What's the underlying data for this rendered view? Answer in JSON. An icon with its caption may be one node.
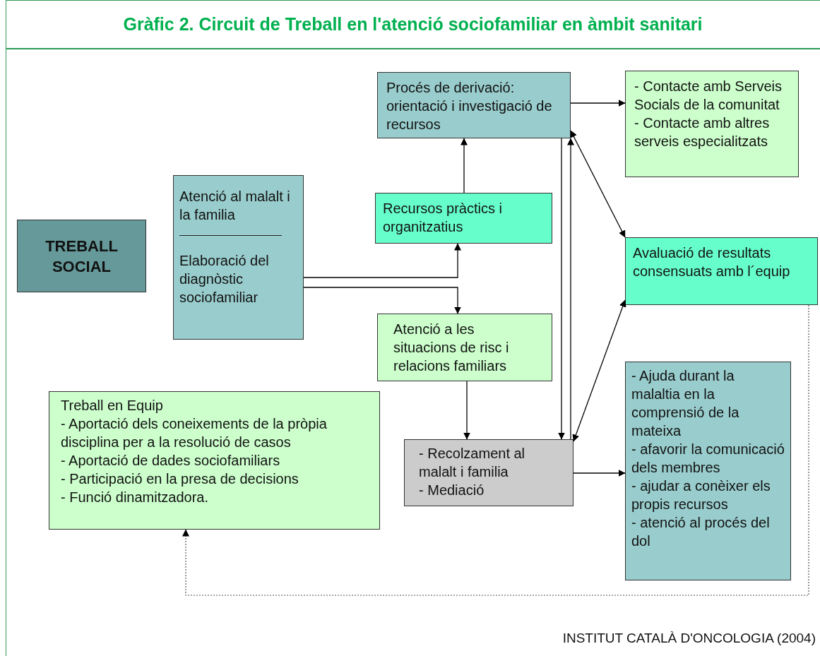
{
  "diagram": {
    "title": "Gràfic 2. Circuit de Treball en l'atenció sociofamiliar en àmbit sanitari",
    "caption": "INSTITUT CATALÀ D'ONCOLOGIA (2004)",
    "nodes": [
      {
        "text": [
          "Procés de derivació: orientació i investigació de recursos"
        ]
      },
      {
        "text": [
          "- Contacte amb Serveis  Socials de la comunitat",
          "- Contacte amb altres serveis especialitzats"
        ]
      },
      {
        "text": [
          "TREBALL SOCIAL"
        ]
      },
      {
        "text": [
          "Atenció al malalt i la familia",
          "Elaboració del diagnòstic sociofamiliar"
        ]
      },
      {
        "text": [
          "Recursos pràctics i organitzatius"
        ]
      },
      {
        "text": [
          "Avaluació de resultats consensuats amb l´equip"
        ]
      },
      {
        "text": [
          "Atenció a les situacions de risc i relacions familiars"
        ]
      },
      {
        "text": [
          "- Ajuda durant la malaltia en la comprensió de la mateixa",
          "- afavorir la comunicació dels membres",
          "- ajudar a conèixer els propis recursos",
          "- atenció al procés del dol"
        ]
      },
      {
        "text": [
          "Treball en Equip",
          "- Aportació dels coneixements de la pròpia disciplina per a la resolució de casos",
          "- Aportació de dades sociofamiliars",
          "- Participació en la presa de decisions",
          "- Funció dinamitzadora."
        ]
      },
      {
        "text": [
          "- Recolzament al malalt i familia",
          "- Mediació"
        ]
      }
    ],
    "edges": [
      {
        "from": 0,
        "to": 1,
        "arrow": "to"
      },
      {
        "from": 4,
        "to": 0,
        "arrow": "to"
      },
      {
        "from": 3,
        "to": 4,
        "arrow": "to"
      },
      {
        "from": 3,
        "to": 6,
        "arrow": "to"
      },
      {
        "from": 6,
        "to": 9,
        "arrow": "to"
      },
      {
        "from": 0,
        "to": 9,
        "arrow": "to"
      },
      {
        "from": 9,
        "to": 0,
        "arrow": "to"
      },
      {
        "from": 0,
        "to": 5,
        "arrow": "both"
      },
      {
        "from": 9,
        "to": 5,
        "arrow": "both"
      },
      {
        "from": 9,
        "to": 7,
        "arrow": "to"
      },
      {
        "from": 5,
        "to": 8,
        "arrow": "to",
        "style": "dashed"
      }
    ]
  }
}
